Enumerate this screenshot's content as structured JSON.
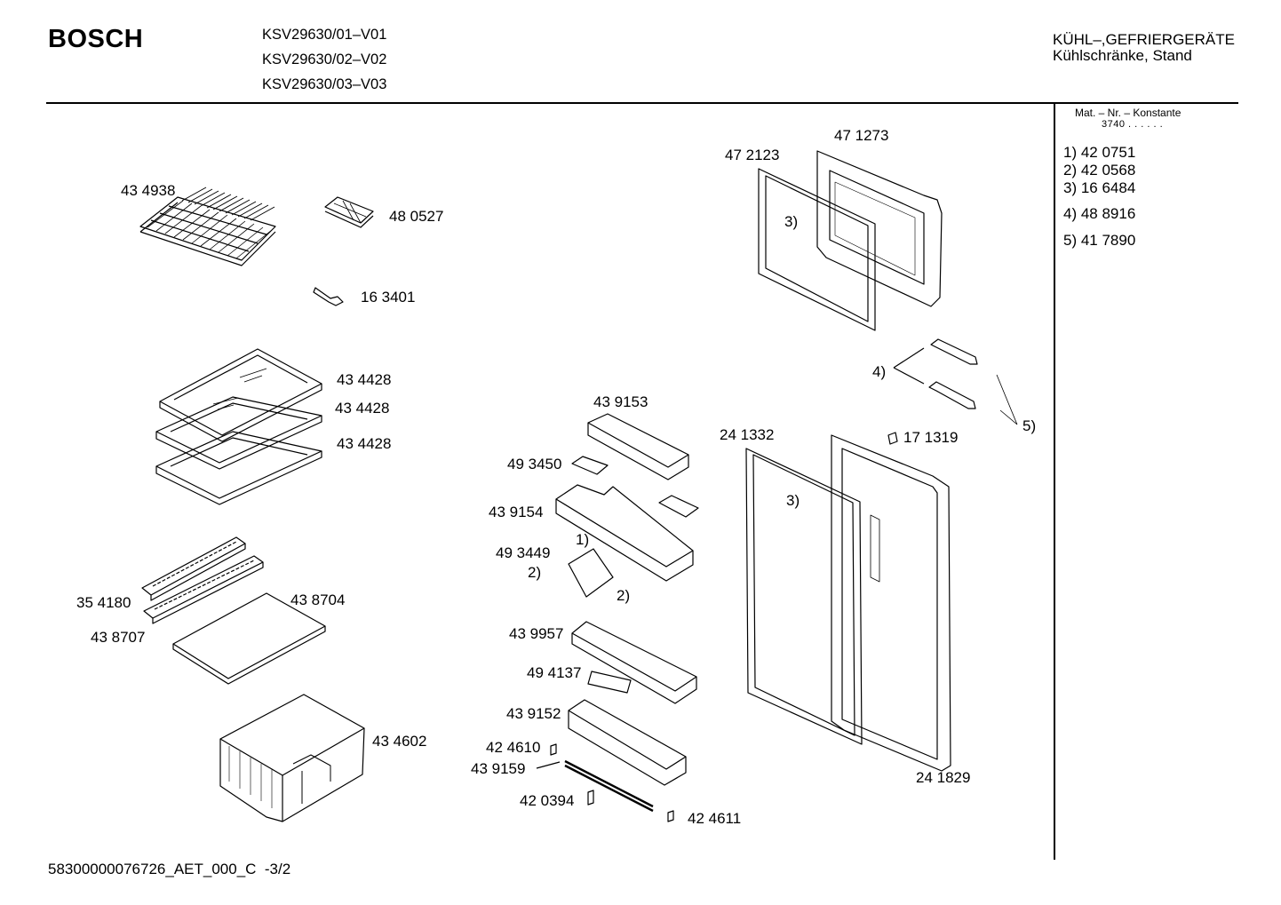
{
  "header": {
    "brand": "BOSCH",
    "models": [
      "KSV29630/01–V01",
      "KSV29630/02–V02",
      "KSV29630/03–V03"
    ],
    "category_line1": "KÜHL–,GEFRIERGERÄTE",
    "category_line2": "Kühlschränke, Stand"
  },
  "sidebar": {
    "mat_label": "Mat. – Nr. – Konstante",
    "konstante": "3740 . . . . . .",
    "notes": [
      "1) 42 0751",
      "2) 42 0568",
      "3) 16 6484",
      "4) 48 8916",
      "5) 41 7890"
    ]
  },
  "parts": {
    "p434938": "43 4938",
    "p480527": "48 0527",
    "p163401": "16 3401",
    "p434428a": "43 4428",
    "p434428b": "43 4428",
    "p434428c": "43 4428",
    "p354180": "35 4180",
    "p438704": "43 8704",
    "p438707": "43 8707",
    "p434602": "43 4602",
    "p472123": "47 2123",
    "p471273": "47 1273",
    "p439153": "43 9153",
    "p493450": "49 3450",
    "p439154": "43 9154",
    "p493449": "49 3449",
    "p439957": "43 9957",
    "p494137": "49 4137",
    "p439152": "43 9152",
    "p424610": "42 4610",
    "p439159": "43 9159",
    "p420394": "42 0394",
    "p424611": "42 4611",
    "p241332": "24 1332",
    "p171319": "17 1319",
    "p241829": "24 1829",
    "ref3a": "3)",
    "ref3b": "3)",
    "ref4": "4)",
    "ref5": "5)",
    "ref1": "1)",
    "ref2a": "2)",
    "ref2b": "2)"
  },
  "footer": {
    "doc_id": "58300000076726_AET_000_C",
    "page": "-3/2"
  }
}
